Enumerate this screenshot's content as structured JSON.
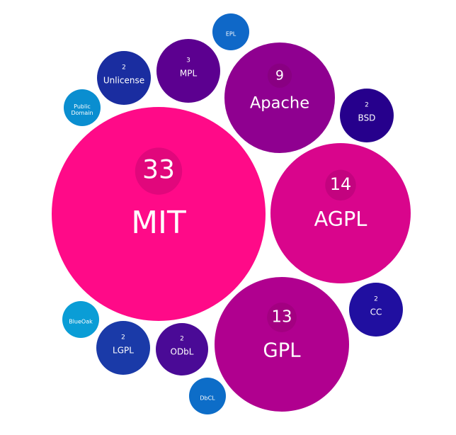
{
  "chart_data": {
    "type": "bubble",
    "title": "",
    "series": [
      {
        "name": "MIT",
        "count": 33,
        "color": "#ff0a88"
      },
      {
        "name": "AGPL",
        "count": 14,
        "color": "#d9058c"
      },
      {
        "name": "GPL",
        "count": 13,
        "color": "#b0008f"
      },
      {
        "name": "Apache",
        "count": 9,
        "color": "#8f0090"
      },
      {
        "name": "MPL",
        "count": 3,
        "color": "#5c0090"
      },
      {
        "name": "Unlicense",
        "count": 2,
        "color": "#1a2da0"
      },
      {
        "name": "BSD",
        "count": 2,
        "color": "#26008c"
      },
      {
        "name": "CC",
        "count": 2,
        "color": "#200fa0"
      },
      {
        "name": "LGPL",
        "count": 2,
        "color": "#1a3aa8"
      },
      {
        "name": "ODbL",
        "count": 2,
        "color": "#4a0a96"
      },
      {
        "name": "EPL",
        "count": 1,
        "color": "#0f68c8"
      },
      {
        "name": "Public\nDomain",
        "count": 1,
        "color": "#0a8ed0"
      },
      {
        "name": "BlueOak",
        "count": 1,
        "color": "#0a9dd6"
      },
      {
        "name": "DbCL",
        "count": 1,
        "color": "#0d6dc8"
      }
    ]
  }
}
